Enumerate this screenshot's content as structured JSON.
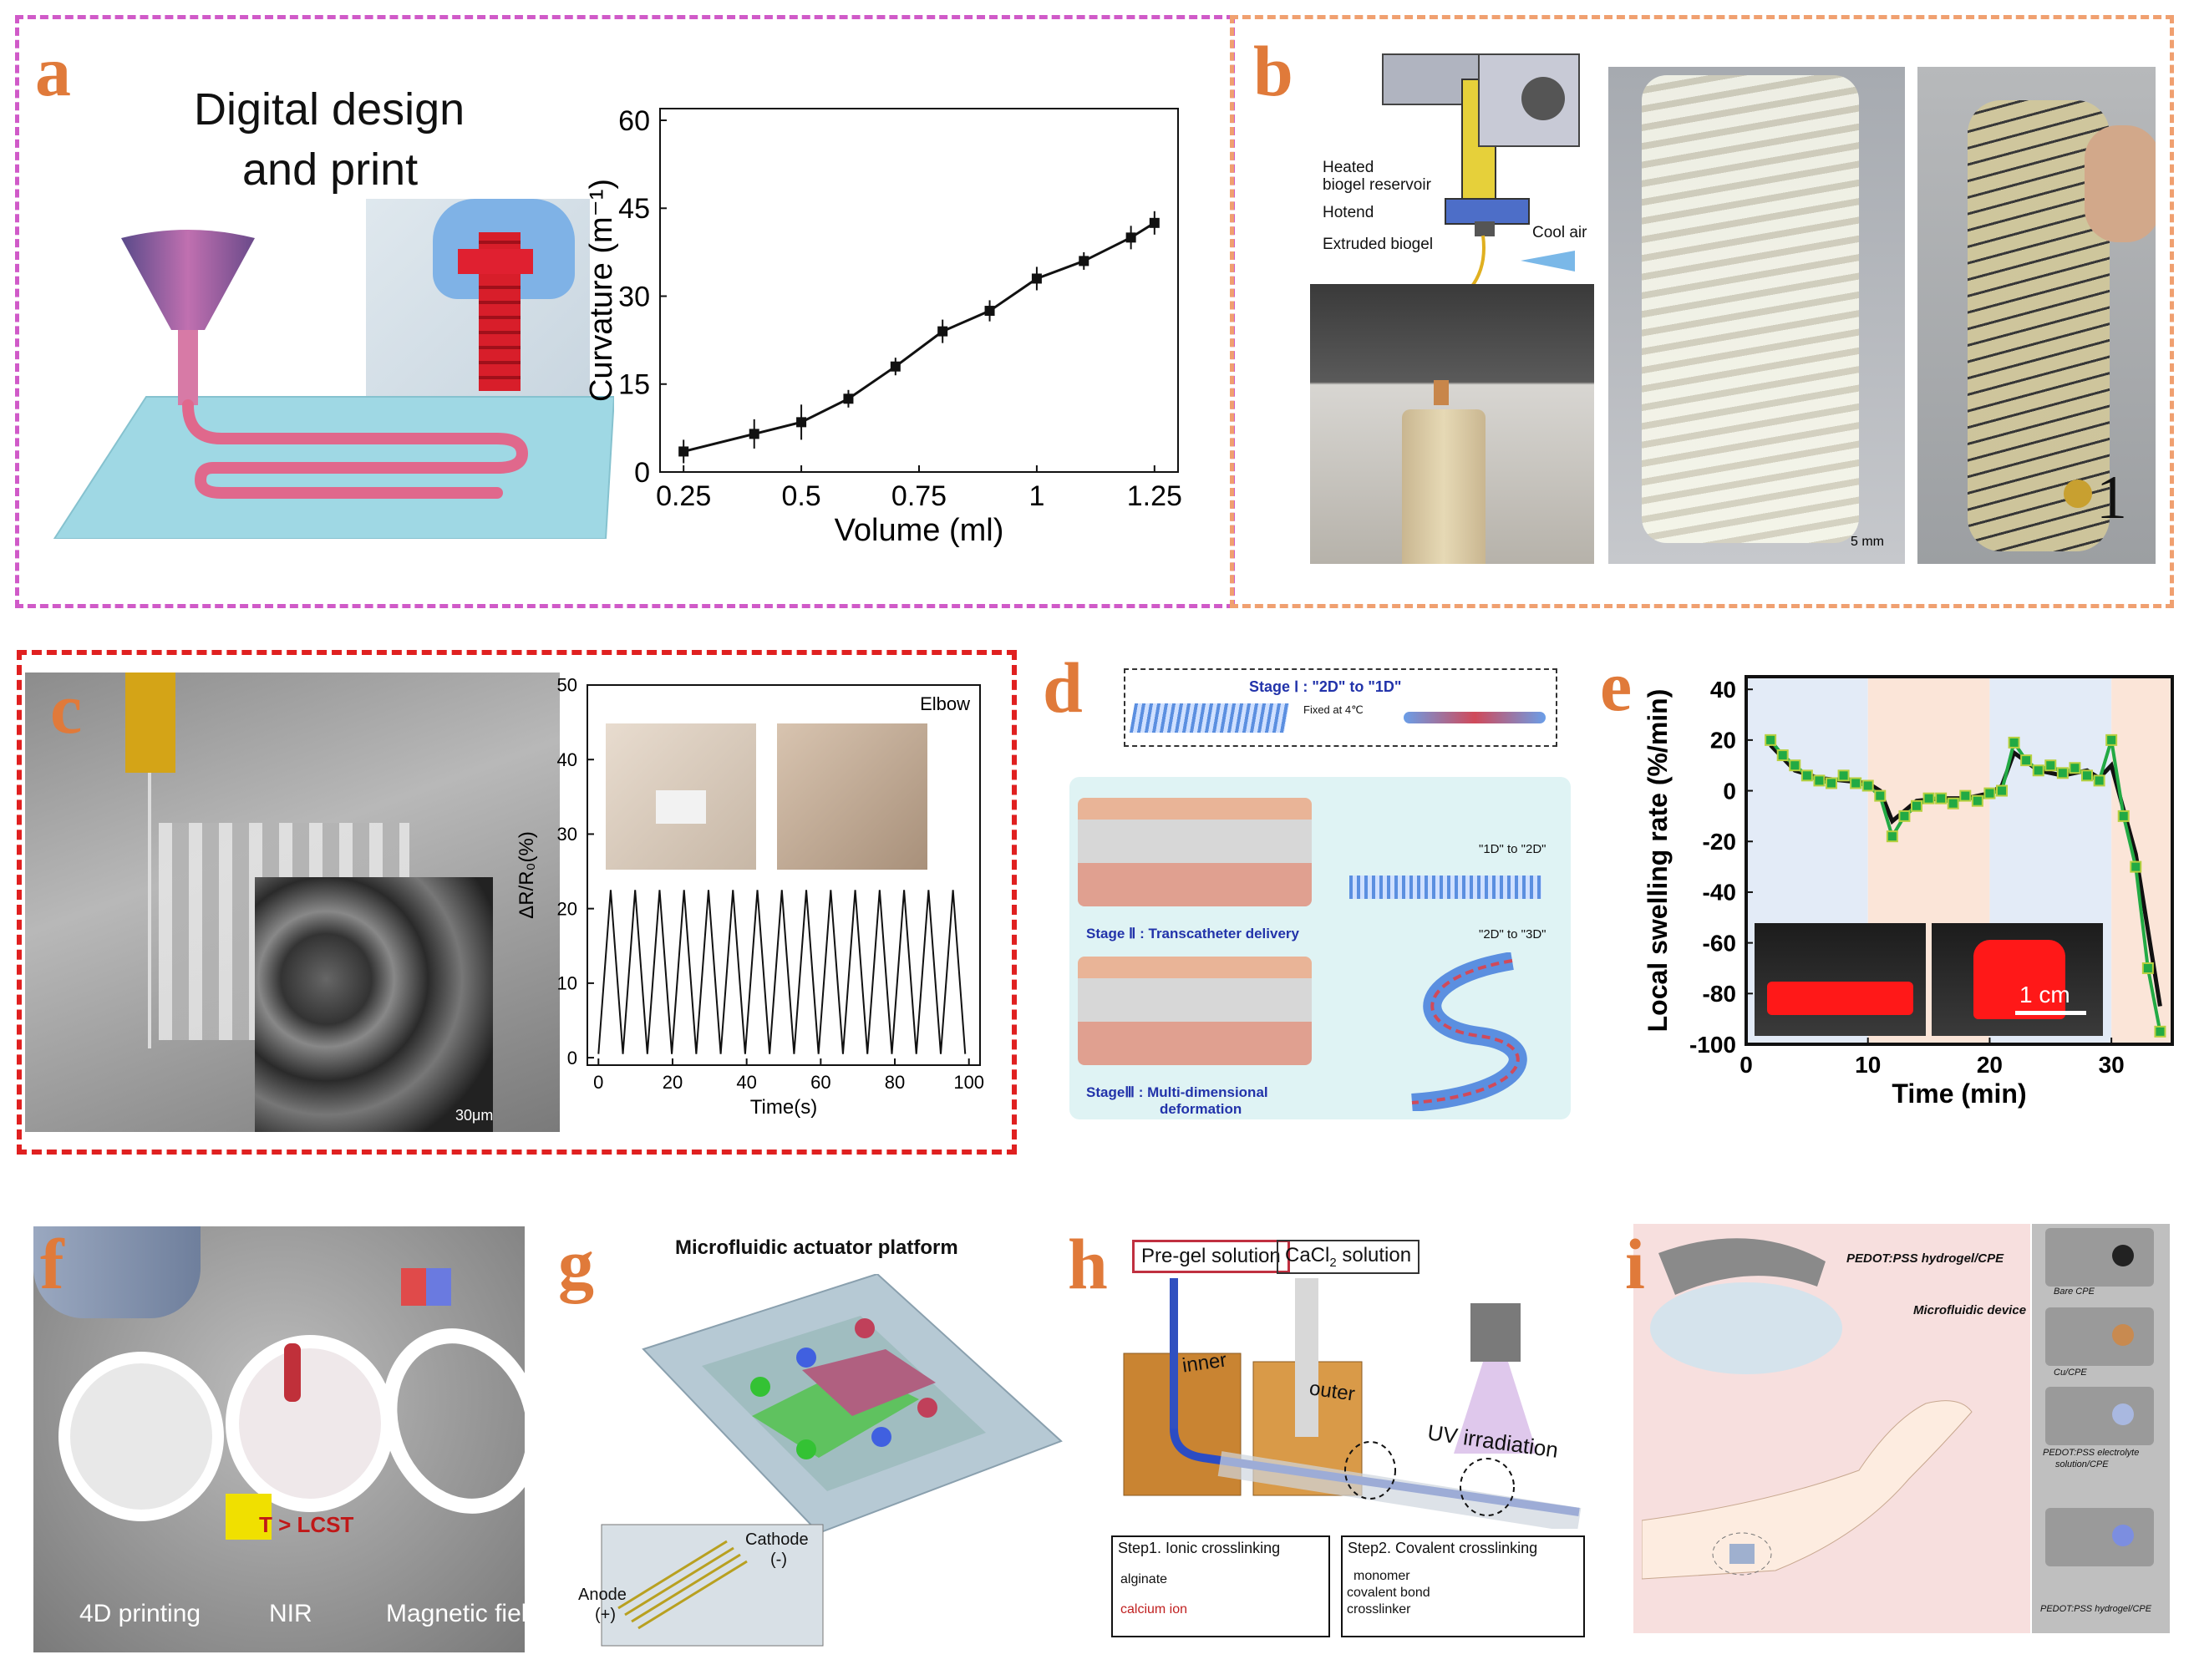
{
  "panels": {
    "a": {
      "label": "a",
      "title_line1": "Digital design",
      "title_line2": "and print"
    },
    "b": {
      "label": "b",
      "heated": "Heated",
      "biogel_reservoir": "biogel reservoir",
      "hotend": "Hotend",
      "cool_air": "Cool air",
      "extruded_biogel": "Extruded biogel",
      "scale_bar": "5 mm",
      "index": "1"
    },
    "c": {
      "label": "c",
      "elbow": "Elbow",
      "scale_bar": "30μm"
    },
    "d": {
      "label": "d",
      "stage1": "Stage Ⅰ : \"2D\" to \"1D\"",
      "fixed": "Fixed at 4℃",
      "stage2": "Stage Ⅱ : Transcatheter delivery",
      "stage3_line1": "StageⅢ : Multi-dimensional",
      "stage3_line2": "deformation",
      "step_1d_2d": "\"1D\" to \"2D\"",
      "step_2d_3d": "\"2D\" to \"3D\""
    },
    "e": {
      "label": "e",
      "scale_bar": "1 cm"
    },
    "f": {
      "label": "f",
      "cap_4d": "4D printing",
      "cap_nir": "NIR",
      "cap_mag": "Magnetic field",
      "lcst": "T > LCST"
    },
    "g": {
      "label": "g",
      "title": "Microfluidic actuator platform",
      "cathode": "Cathode",
      "cathode_sign": "(-)",
      "anode": "Anode",
      "anode_sign": "(+)"
    },
    "h": {
      "label": "h",
      "pregel": "Pre-gel solution",
      "cacl2": "CaCl",
      "cacl2_sub": "2",
      "cacl2_tail": " solution",
      "inner": "inner",
      "outer": "outer",
      "uv": "UV irradiation",
      "step1": "Step1. Ionic crosslinking",
      "step2": "Step2. Covalent crosslinking",
      "alginate": "alginate",
      "calcium": "calcium ion",
      "monomer": "monomer",
      "covalent": "covalent bond",
      "crosslinker": "crosslinker"
    },
    "i": {
      "label": "i",
      "pedot": "PEDOT:PSS hydrogel/CPE",
      "micro": "Microfluidic device",
      "bare": "Bare CPE",
      "cu": "Cu/CPE",
      "pedot_sol_1": "PEDOT:PSS electrolyte",
      "pedot_sol_2": "solution/CPE",
      "pedot_gel": "PEDOT:PSS hydrogel/CPE"
    }
  },
  "chart_data": [
    {
      "id": "a",
      "type": "line",
      "xlabel": "Volume (ml)",
      "ylabel": "Curvature (m⁻¹)",
      "xlim": [
        0.2,
        1.3
      ],
      "ylim": [
        0,
        62
      ],
      "xticks": [
        0.25,
        0.5,
        0.75,
        1,
        1.25
      ],
      "xtick_labels": [
        "0.25",
        "0.5",
        "0.75",
        "1",
        "1.25"
      ],
      "yticks": [
        0,
        15,
        30,
        45,
        60
      ],
      "x": [
        0.25,
        0.4,
        0.5,
        0.6,
        0.7,
        0.8,
        0.9,
        1.0,
        1.1,
        1.2,
        1.25
      ],
      "y": [
        3.5,
        6.5,
        8.5,
        12.5,
        18,
        24,
        27.5,
        33,
        36,
        40,
        42.5
      ],
      "err": [
        2,
        2.5,
        3,
        1.5,
        1.5,
        2,
        1.8,
        2,
        1.5,
        2,
        2
      ]
    },
    {
      "id": "c",
      "type": "line",
      "xlabel": "Time(s)",
      "ylabel": "ΔR/R₀(%)",
      "xlim": [
        -3,
        103
      ],
      "ylim": [
        -1,
        50
      ],
      "xticks": [
        0,
        20,
        40,
        60,
        80,
        100
      ],
      "yticks": [
        0,
        10,
        20,
        30,
        40,
        50
      ],
      "period_s": 6.6,
      "peak": 22.5,
      "trough": 0.5
    },
    {
      "id": "e",
      "type": "line",
      "xlabel": "Time (min)",
      "ylabel": "Local swelling rate (%/min)",
      "xlim": [
        0,
        35
      ],
      "ylim": [
        -100,
        45
      ],
      "xticks": [
        0,
        10,
        20,
        30
      ],
      "yticks": [
        -100,
        -80,
        -60,
        -40,
        -20,
        0,
        20,
        40
      ],
      "shaded_bands": [
        [
          0,
          10,
          "blue"
        ],
        [
          10,
          20,
          "orange"
        ],
        [
          20,
          30,
          "blue"
        ],
        [
          30,
          35,
          "orange"
        ]
      ],
      "series": [
        {
          "color": "#111111",
          "x": [
            2,
            4,
            6,
            8,
            10,
            11,
            12,
            13,
            14,
            16,
            18,
            20,
            21,
            22,
            24,
            26,
            28,
            29,
            30,
            32,
            34
          ],
          "y": [
            18,
            8,
            5,
            4,
            3,
            0,
            -12,
            -8,
            -4,
            -3,
            -3,
            -1,
            2,
            15,
            8,
            6,
            8,
            5,
            10,
            -25,
            -85
          ]
        },
        {
          "color": "#22aa44",
          "x": [
            2,
            3,
            4,
            5,
            6,
            7,
            8,
            9,
            10,
            11,
            12,
            13,
            14,
            15,
            16,
            17,
            18,
            19,
            20,
            21,
            22,
            23,
            24,
            25,
            26,
            27,
            28,
            29,
            30,
            31,
            32,
            33,
            34
          ],
          "y": [
            20,
            14,
            10,
            6,
            4,
            3,
            6,
            3,
            2,
            -2,
            -18,
            -10,
            -6,
            -3,
            -3,
            -5,
            -2,
            -4,
            -1,
            0,
            19,
            12,
            8,
            10,
            7,
            9,
            6,
            4,
            20,
            -10,
            -30,
            -70,
            -95
          ]
        }
      ]
    }
  ]
}
